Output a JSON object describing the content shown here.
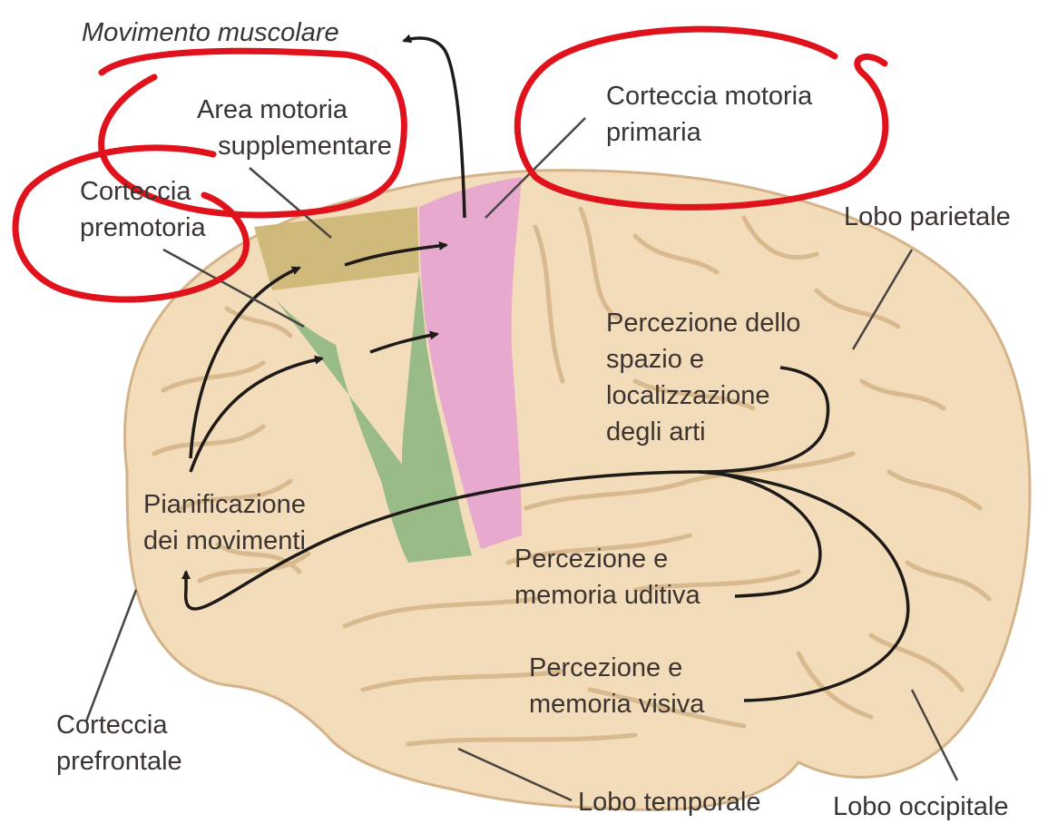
{
  "title": "Movimento muscolare",
  "labels": {
    "area_motoria": [
      "Area motoria",
      "supplementare"
    ],
    "corteccia_motoria": [
      "Corteccia motoria",
      "primaria"
    ],
    "corteccia_premotoria": [
      "Corteccia",
      "premotoria"
    ],
    "lobo_parietale": "Lobo parietale",
    "percezione_spazio": [
      "Percezione dello",
      "spazio e",
      "localizzazione",
      "degli arti"
    ],
    "pianificazione": [
      "Pianificazione",
      "dei movimenti"
    ],
    "percezione_uditiva": [
      "Percezione e",
      "memoria uditiva"
    ],
    "percezione_visiva": [
      "Percezione e",
      "memoria visiva"
    ],
    "corteccia_prefrontale": [
      "Corteccia",
      "prefrontale"
    ],
    "lobo_temporale": "Lobo temporale",
    "lobo_occipitale": "Lobo occipitale"
  },
  "colors": {
    "brain": "#f2dcb9",
    "sulci": "#ddbf95",
    "supplementary_area": "#cdb777",
    "premotor_area": "#93b884",
    "primary_motor_area": "#e6a6cf",
    "highlight_circle": "#e0121b",
    "text": "#3b3430"
  }
}
